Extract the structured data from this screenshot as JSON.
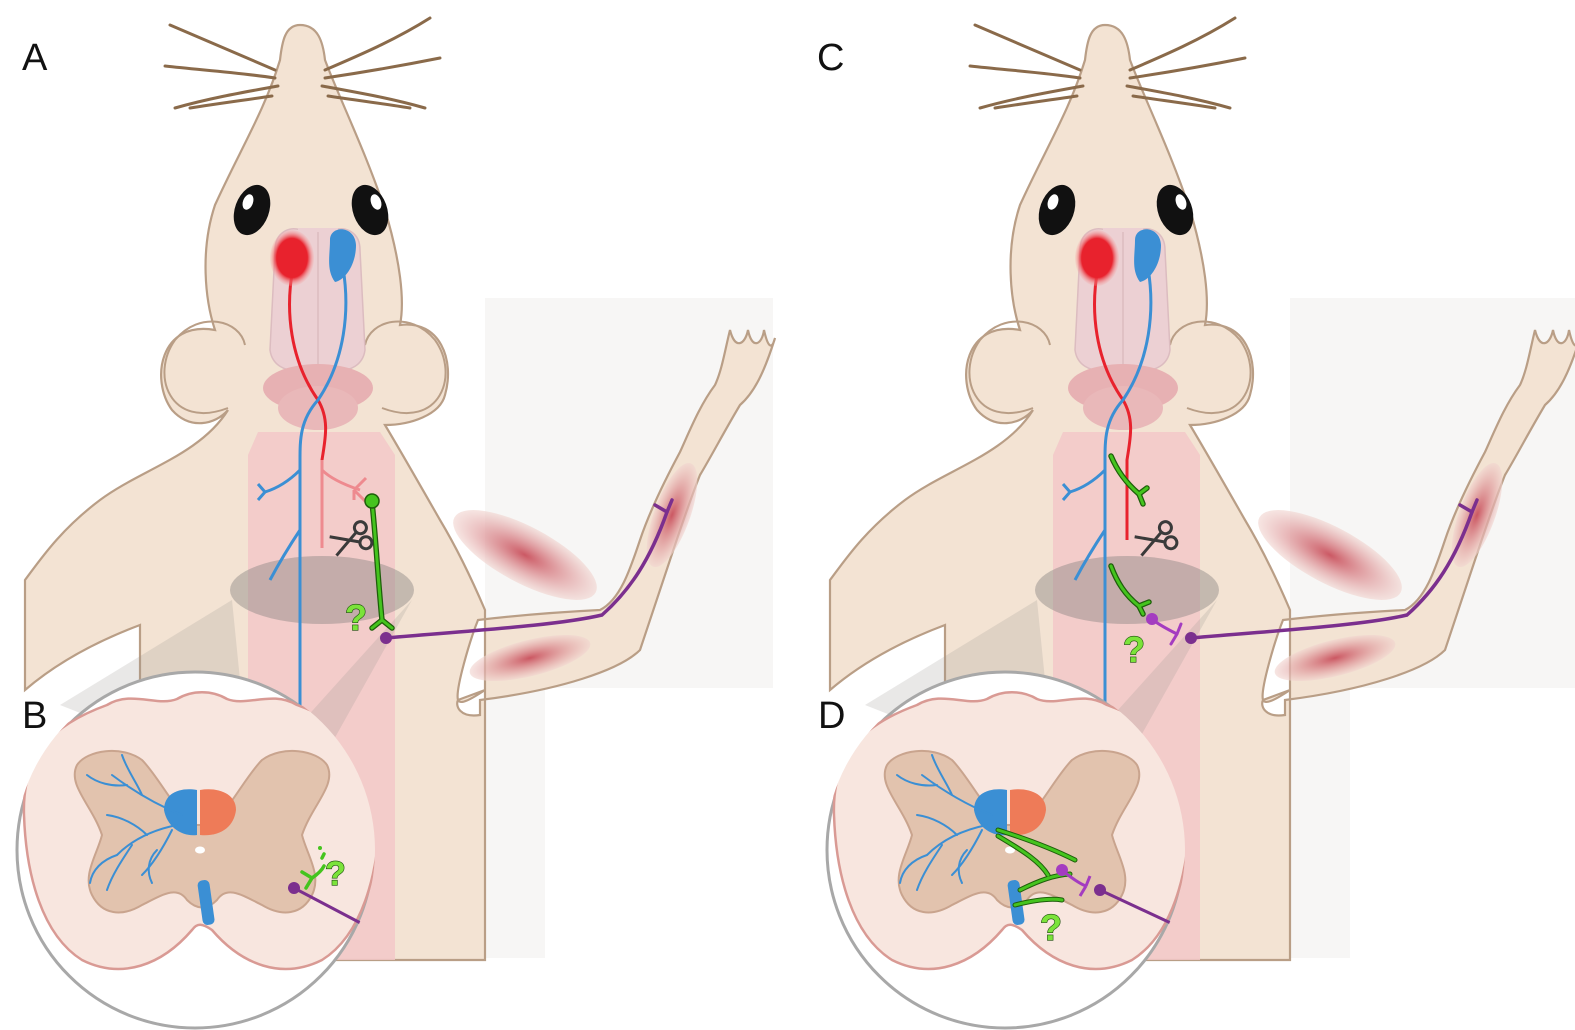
{
  "figure": {
    "panels": [
      {
        "id": "A",
        "label": "A",
        "condition": "before-repair"
      },
      {
        "id": "B",
        "label": "B",
        "condition": "inset-cross-section"
      },
      {
        "id": "C",
        "label": "C",
        "condition": "after-repair"
      },
      {
        "id": "D",
        "label": "D",
        "condition": "inset-cross-section"
      }
    ],
    "question_mark": "?",
    "colors": {
      "body": "#f3e3d3",
      "outline": "#b99e86",
      "whisker": "#8a6a4a",
      "eye": "#111111",
      "brain": "#ecd0d3",
      "spinal_cord": "#f2c8c8",
      "lesion_shadow": "#8c8582",
      "muscle": "#d47d84",
      "left_tract": "#e8222d",
      "right_tract": "#3b8fd4",
      "sprouting_neuron": "#45c41e",
      "motor_neuron": "#7b2f8e",
      "cross_section_grey": "#e2c3ae",
      "cross_section_white": "#f8e6df",
      "tract_orange": "#ee7b58",
      "inset_border": "#a8a8a8",
      "scissors": "#3a3a3a"
    }
  }
}
